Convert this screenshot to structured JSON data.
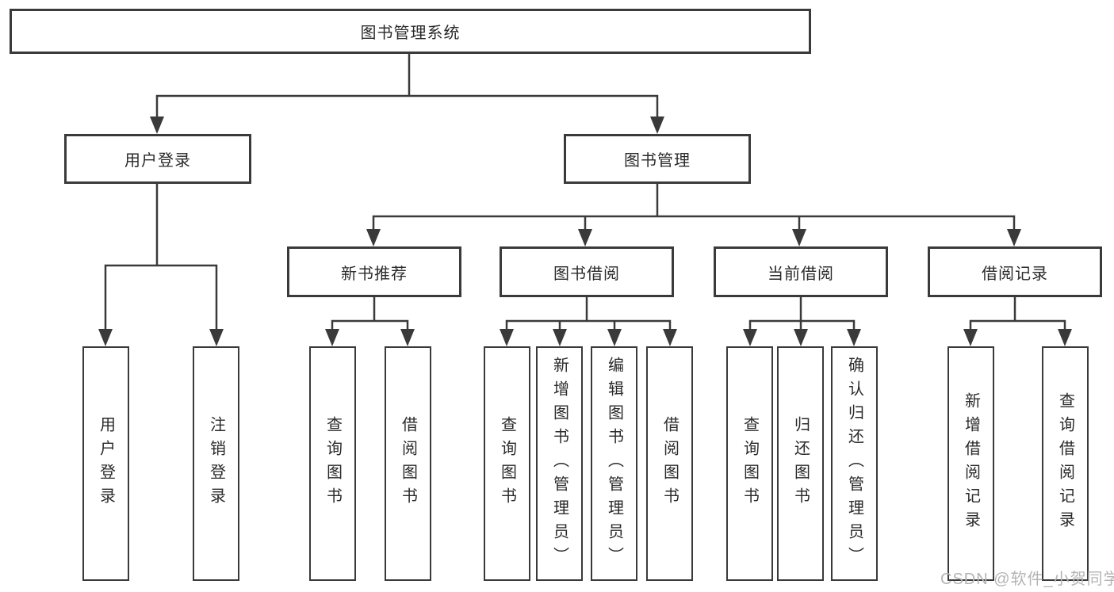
{
  "diagram": {
    "root": "图书管理系统",
    "level2": [
      "用户登录",
      "图书管理"
    ],
    "level3": [
      "新书推荐",
      "图书借阅",
      "当前借阅",
      "借阅记录"
    ],
    "leaves": {
      "user": [
        "用户登录",
        "注销登录"
      ],
      "recommend": [
        "查询图书",
        "借阅图书"
      ],
      "borrow": [
        "查询图书",
        "新增图书（管理员）",
        "编辑图书（管理员）",
        "借阅图书"
      ],
      "current": [
        "查询图书",
        "归还图书",
        "确认归还（管理员）"
      ],
      "records": [
        "新增借阅记录",
        "查询借阅记录"
      ]
    }
  },
  "watermark": "CSDN @软件_小贺同学",
  "colors": {
    "line": "#3a3a3a",
    "border": "#3a3a3a",
    "text": "#2a2a2a",
    "background": "#ffffff",
    "watermark": "#b4b4b4"
  }
}
